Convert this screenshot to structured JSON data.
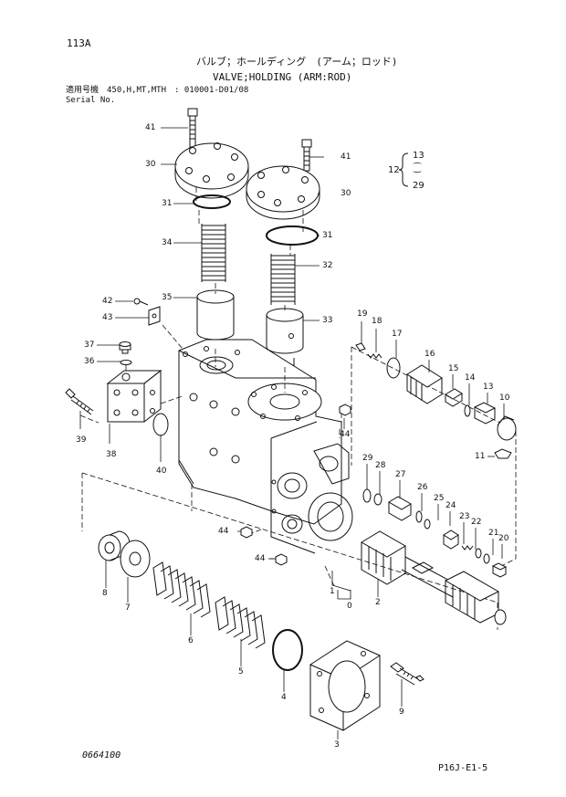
{
  "header": {
    "page_code": "113A",
    "title_jp": "バルブ；ホールディング　(アーム；ロッド)",
    "title_en": "VALVE;HOLDING (ARM:ROD)",
    "applicability": "適用号機　450,H,MT,MTH　: 010001-D01/08",
    "serial": "Serial No."
  },
  "group": {
    "number": "12",
    "from": "13",
    "sep": "⁐",
    "to": "29"
  },
  "footer": {
    "doc_number": "0664100",
    "page_ref": "P16J-E1-5"
  },
  "callouts": {
    "c41a": "41",
    "c30a": "30",
    "c31a": "31",
    "c34": "34",
    "c35": "35",
    "c42": "42",
    "c43": "43",
    "c37": "37",
    "c36": "36",
    "c39": "39",
    "c38": "38",
    "c40": "40",
    "c41b": "41",
    "c30b": "30",
    "c31b": "31",
    "c32": "32",
    "c33": "33",
    "c19": "19",
    "c18": "18",
    "c17": "17",
    "c16": "16",
    "c15": "15",
    "c14": "14",
    "c13": "13",
    "c10": "10",
    "c11": "11",
    "c44a": "44",
    "c29": "29",
    "c28": "28",
    "c27": "27",
    "c26": "26",
    "c25": "25",
    "c24": "24",
    "c23": "23",
    "c22": "22",
    "c21": "21",
    "c20": "20",
    "c44b": "44",
    "c44c": "44",
    "c1": "1",
    "c0": "0",
    "c2": "2",
    "c8": "8",
    "c7": "7",
    "c6": "6",
    "c5": "5",
    "c4": "4",
    "c3": "3",
    "c9": "9"
  }
}
